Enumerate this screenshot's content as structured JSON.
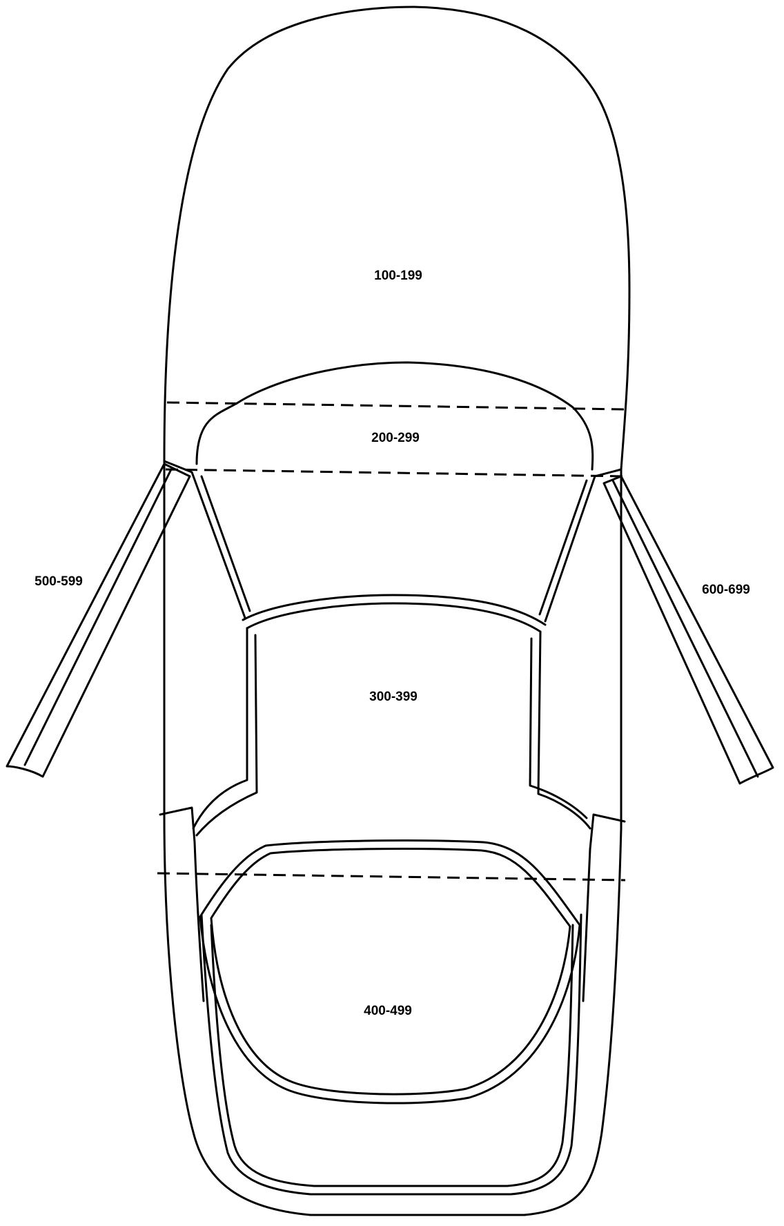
{
  "diagram": {
    "view": "top view of convertible car with open doors",
    "zones": {
      "hood": "100-199",
      "windshield": "200-299",
      "cabin": "300-399",
      "rear": "400-499",
      "left_door": "500-599",
      "right_door": "600-699"
    }
  }
}
